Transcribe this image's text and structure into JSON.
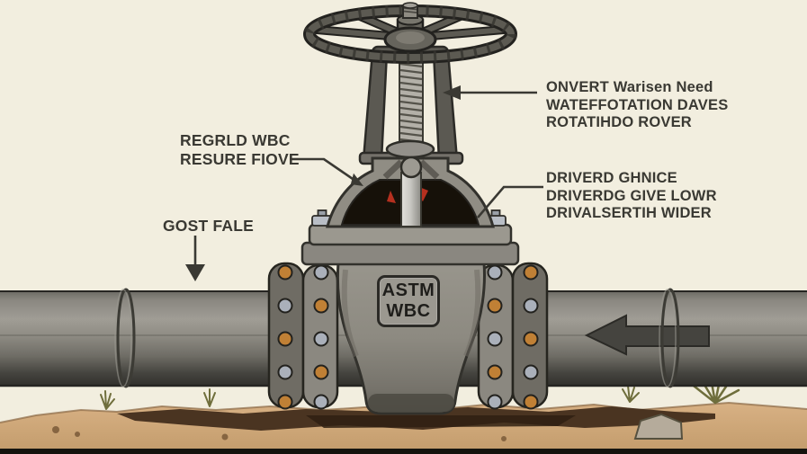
{
  "diagram": {
    "plate": {
      "lines": [
        "ASTM",
        "WBC"
      ]
    },
    "labels": {
      "pressure": {
        "lines": [
          "REGRLD WBC",
          "RESURE FIOVE"
        ]
      },
      "ground": {
        "lines": [
          "GOST FALE"
        ]
      },
      "handwheel": {
        "lines": [
          "ONVERT Warisen Need",
          "WATEFFOTATION DAVES",
          "ROTATIHDO ROVER"
        ]
      },
      "drive": {
        "lines": [
          "DRIVERD GHNICE",
          "DRIVERDG GIVE LOWR",
          "DRIVALSERTIH WIDER"
        ]
      }
    },
    "icons": {
      "flow_arrow": "left-arrow",
      "ground_pointer": "down-arrow",
      "handwheel_pointer": "left-arrow",
      "pressure_pointer": "diagonal-down-right-arrow"
    },
    "colors": {
      "background": "#f2eedf",
      "label_text": "#3a3933",
      "metal_dark": "#55534c",
      "metal_mid": "#8d8a81",
      "metal_light": "#b9bec6",
      "bolt_copper": "#c08035",
      "bolt_steel": "#aab0ba",
      "pipe_dark": "#35342f",
      "flow_arrow": "#45443f",
      "soil": "#cfa878",
      "trench": "#46301d",
      "cavity": "#161109",
      "glow_red": "#b5301f"
    }
  }
}
